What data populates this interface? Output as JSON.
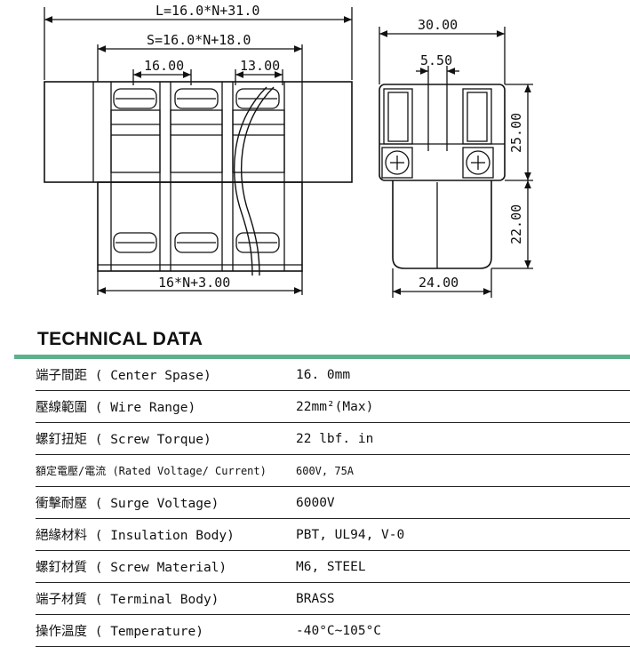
{
  "drawing": {
    "front_view": {
      "overall_length": "L=16.0*N+31.0",
      "span_length": "S=16.0*N+18.0",
      "pitch_left": "16.00",
      "pitch_right": "13.00",
      "bottom_length": "16*N+3.00"
    },
    "side_view": {
      "width_top": "30.00",
      "slot_width": "5.50",
      "upper_height": "25.00",
      "lower_height": "22.00",
      "width_bottom": "24.00"
    }
  },
  "technical_data": {
    "heading": "TECHNICAL DATA",
    "rows": [
      {
        "label": "端子間距 ( Center Spase)",
        "value": "16. 0mm"
      },
      {
        "label": "壓線範圍 ( Wire Range)",
        "value": "22mm²(Max)"
      },
      {
        "label": "螺釘扭矩 ( Screw Torque)",
        "value": "22 lbf. in"
      },
      {
        "label": "額定電壓/電流 (Rated Voltage/ Current)",
        "value": "600V, 75A"
      },
      {
        "label": "衝擊耐壓 ( Surge Voltage)",
        "value": "6000V"
      },
      {
        "label": "絕緣材料 ( Insulation Body)",
        "value": "PBT, UL94, V-0"
      },
      {
        "label": "螺釘材質 ( Screw Material)",
        "value": "M6, STEEL"
      },
      {
        "label": "端子材質 ( Terminal Body)",
        "value": "BRASS"
      },
      {
        "label": "操作溫度 ( Temperature)",
        "value": "-40°C~105°C"
      }
    ]
  },
  "colors": {
    "accent_bar": "#5db08a",
    "line": "#111111"
  }
}
